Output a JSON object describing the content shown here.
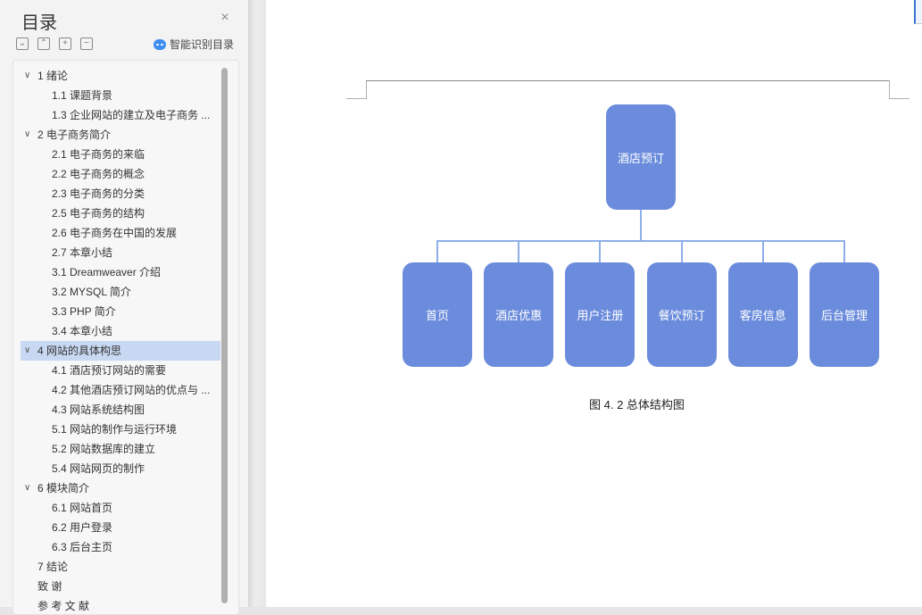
{
  "sidebar": {
    "title": "目录",
    "close_icon": "×",
    "tools": [
      {
        "name": "expand-all",
        "glyph": "⌄"
      },
      {
        "name": "collapse-all",
        "glyph": "⌃"
      },
      {
        "name": "expand-level",
        "glyph": "+"
      },
      {
        "name": "collapse-level",
        "glyph": "−"
      }
    ],
    "smart_label": "智能识别目录",
    "toc": [
      {
        "level": 1,
        "label": "1   绪论",
        "expanded": true
      },
      {
        "level": 2,
        "label": "1.1  课题背景"
      },
      {
        "level": 2,
        "label": "1.3  企业网站的建立及电子商务 ..."
      },
      {
        "level": 1,
        "label": "2   电子商务简介",
        "expanded": true
      },
      {
        "level": 2,
        "label": "2.1  电子商务的来临"
      },
      {
        "level": 2,
        "label": "2.2  电子商务的概念"
      },
      {
        "level": 2,
        "label": "2.3  电子商务的分类"
      },
      {
        "level": 2,
        "label": "2.5  电子商务的结构"
      },
      {
        "level": 2,
        "label": "2.6  电子商务在中国的发展"
      },
      {
        "level": 2,
        "label": "2.7  本章小结"
      },
      {
        "level": 2,
        "label": "3.1    Dreamweaver 介绍"
      },
      {
        "level": 2,
        "label": "3.2    MYSQL 简介"
      },
      {
        "level": 2,
        "label": "3.3 PHP 简介"
      },
      {
        "level": 2,
        "label": "3.4  本章小结"
      },
      {
        "level": 1,
        "label": "4   网站的具体构思",
        "expanded": true,
        "selected": true
      },
      {
        "level": 2,
        "label": "4.1  酒店预订网站的需要"
      },
      {
        "level": 2,
        "label": "4.2  其他酒店预订网站的优点与 ..."
      },
      {
        "level": 2,
        "label": "4.3  网站系统结构图"
      },
      {
        "level": 2,
        "label": "5.1  网站的制作与运行环境"
      },
      {
        "level": 2,
        "label": "5.2  网站数据库的建立"
      },
      {
        "level": 2,
        "label": "5.4  网站网页的制作"
      },
      {
        "level": 1,
        "label": "6  模块简介",
        "expanded": true
      },
      {
        "level": 2,
        "label": "6.1  网站首页"
      },
      {
        "level": 2,
        "label": "6.2  用户登录"
      },
      {
        "level": 2,
        "label": "6.3 后台主页"
      },
      {
        "level": 0,
        "label": "7  结论"
      },
      {
        "level": 0,
        "label": "致    谢"
      },
      {
        "level": 0,
        "label": "参 考 文 献"
      }
    ]
  },
  "document": {
    "diagram": {
      "root": "酒店预订",
      "children": [
        "首页",
        "酒店优惠",
        "用户注册",
        "餐饮预订",
        "客房信息",
        "后台管理"
      ],
      "node_color": "#6b8cdc",
      "connector_color": "#8eaee8"
    },
    "caption": "图 4. 2  总体结构图"
  }
}
